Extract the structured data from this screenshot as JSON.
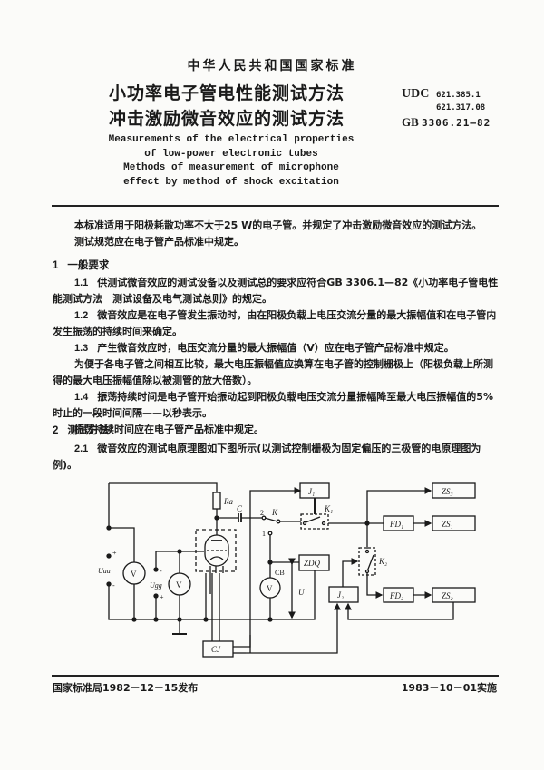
{
  "header": {
    "national_standard": "中华人民共和国国家标准",
    "title_cn_line1": "小功率电子管电性能测试方法",
    "title_cn_line2": "冲击激励微音效应的测试方法",
    "udc_label": "UDC",
    "udc_code1": "621.385.1",
    "udc_code2": "621.317.08",
    "gb_label": "GB",
    "gb_code": "3306.21—82",
    "title_en": [
      "Measurements of the electrical properties",
      "of low-power electronic tubes",
      "Methods of measurement of microphone",
      "effect by method of shock excitation"
    ]
  },
  "intro": {
    "line1": "本标准适用于阳极耗散功率不大于25 W的电子管。并规定了冲击激励微音效应的测试方法。",
    "line2": "测试规范应在电子管产品标准中规定。"
  },
  "section1": {
    "number": "1",
    "title": "一般要求",
    "items": [
      {
        "num": "1.1",
        "text": "供测试微音效应的测试设备以及测试总的要求应符合GB 3306.1—82《小功率电子管电性能测试方法　测试设备及电气测试总则》的规定。"
      },
      {
        "num": "1.2",
        "text": "微音效应是在电子管发生振动时，由在阳极负载上电压交流分量的最大振幅值和在电子管内发生振荡的持续时间来确定。"
      },
      {
        "num": "1.3",
        "text": "产生微音效应时，电压交流分量的最大振幅值（V）应在电子管产品标准中规定。"
      }
    ],
    "note_1_3": "为便于各电子管之间相互比较，最大电压振幅值应换算在电子管的控制栅极上（阳极负载上所测得的最大电压振幅值除以被测管的放大倍数）。",
    "item_1_4": {
      "num": "1.4",
      "text": "振荡持续时间是电子管开始振动起到阳极负载电压交流分量振幅降至最大电压振幅值的5%时止的一段时间间隔——以秒表示。"
    },
    "note_1_4": "振荡持续时间应在电子管产品标准中规定。"
  },
  "section2": {
    "number": "2",
    "title": "测试方法",
    "item_2_1": {
      "num": "2.1",
      "text": "微音效应的测试电原理图如下图所示(以测试控制栅极为固定偏压的三极管的电原理图为例)。"
    }
  },
  "diagram": {
    "labels": {
      "Ra": "Ra",
      "C": "C",
      "K": "K",
      "K_pos2": "2",
      "K_pos1": "1",
      "J1": "J₁",
      "K1": "K₁",
      "K2": "K₂",
      "J2": "J₂",
      "ZS1": "ZS₁",
      "ZS2": "ZS₂",
      "ZS3": "ZS₃",
      "FD1": "FD₁",
      "FD2": "FD₂",
      "ZDQ": "ZDQ",
      "CB": "CB",
      "U": "U",
      "CJ": "CJ",
      "Uaa": "Uaa",
      "Ugg": "Ugg",
      "V": "V",
      "plus": "+",
      "minus": "-"
    }
  },
  "footer": {
    "issued": "国家标准局1982－12－15发布",
    "effective": "1983－10－01实施"
  }
}
